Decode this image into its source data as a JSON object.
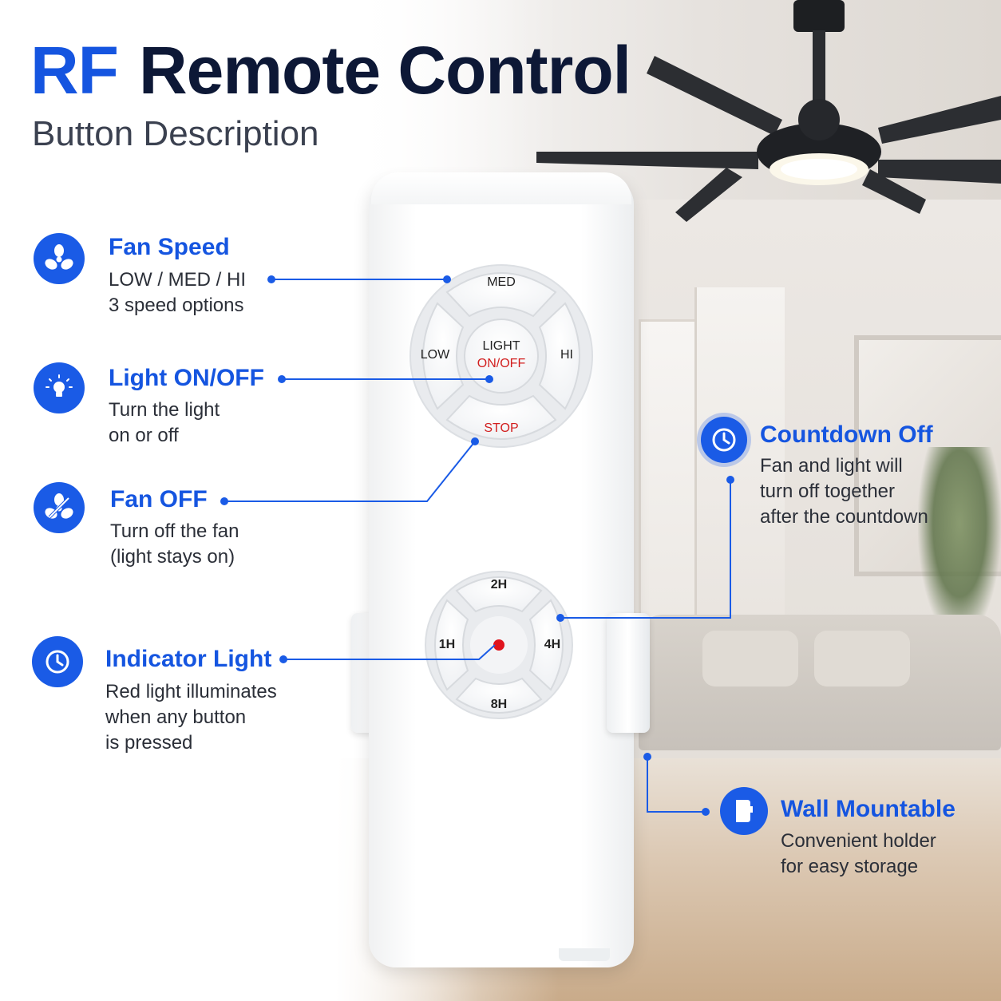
{
  "header": {
    "title_prefix": "RF",
    "title_main": "Remote Control",
    "subtitle": "Button Description"
  },
  "remote": {
    "top_pad": {
      "top": "MED",
      "left": "LOW",
      "right": "HI",
      "center_line1": "LIGHT",
      "center_line2": "ON/OFF",
      "bottom": "STOP"
    },
    "timer_pad": {
      "top": "2H",
      "left": "1H",
      "right": "4H",
      "bottom": "8H"
    }
  },
  "features": {
    "fan_speed": {
      "title": "Fan Speed",
      "line1": "LOW / MED / HI",
      "line2": "3 speed options",
      "icon": "fan-icon"
    },
    "light": {
      "title": "Light ON/OFF",
      "line1": "Turn the light",
      "line2": "on or off",
      "icon": "bulb-icon"
    },
    "fan_off": {
      "title": "Fan OFF",
      "line1": "Turn off the fan",
      "line2": "(light stays on)",
      "icon": "fan-off-icon"
    },
    "indicator": {
      "title": "Indicator Light",
      "line1": "Red light illuminates",
      "line2": "when any button",
      "line3": "is pressed",
      "icon": "clock-icon"
    },
    "countdown": {
      "title": "Countdown Off",
      "line1": "Fan and light will",
      "line2": "turn off together",
      "line3": "after the countdown",
      "icon": "timer-icon"
    },
    "wall": {
      "title": "Wall Mountable",
      "line1": "Convenient holder",
      "line2": "for easy storage",
      "icon": "wall-mount-icon"
    }
  },
  "colors": {
    "accent_blue": "#1a5be6",
    "title_dark": "#0d1836",
    "indicator_red": "#e0141e",
    "stop_red": "#d21f1f"
  }
}
